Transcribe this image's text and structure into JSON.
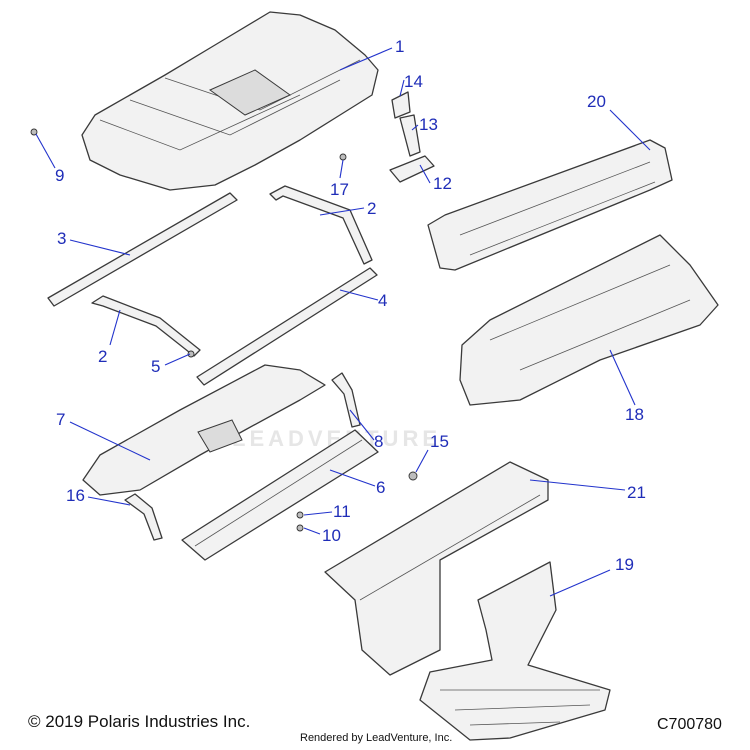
{
  "diagram": {
    "callouts": [
      "1",
      "2",
      "3",
      "2",
      "4",
      "5",
      "7",
      "6",
      "8",
      "9",
      "17",
      "14",
      "13",
      "12",
      "20",
      "18",
      "15",
      "21",
      "16",
      "11",
      "10",
      "19"
    ]
  },
  "footer": {
    "copyright": "© 2019 Polaris Industries Inc.",
    "rendered_by": "Rendered by LeadVenture, Inc.",
    "diagram_code": "C700780"
  },
  "watermark": {
    "text": "LEADVENTURE"
  },
  "colors": {
    "callout": "#1f2db8",
    "line": "#3a3a3a",
    "fill": "#f2f2f2"
  }
}
